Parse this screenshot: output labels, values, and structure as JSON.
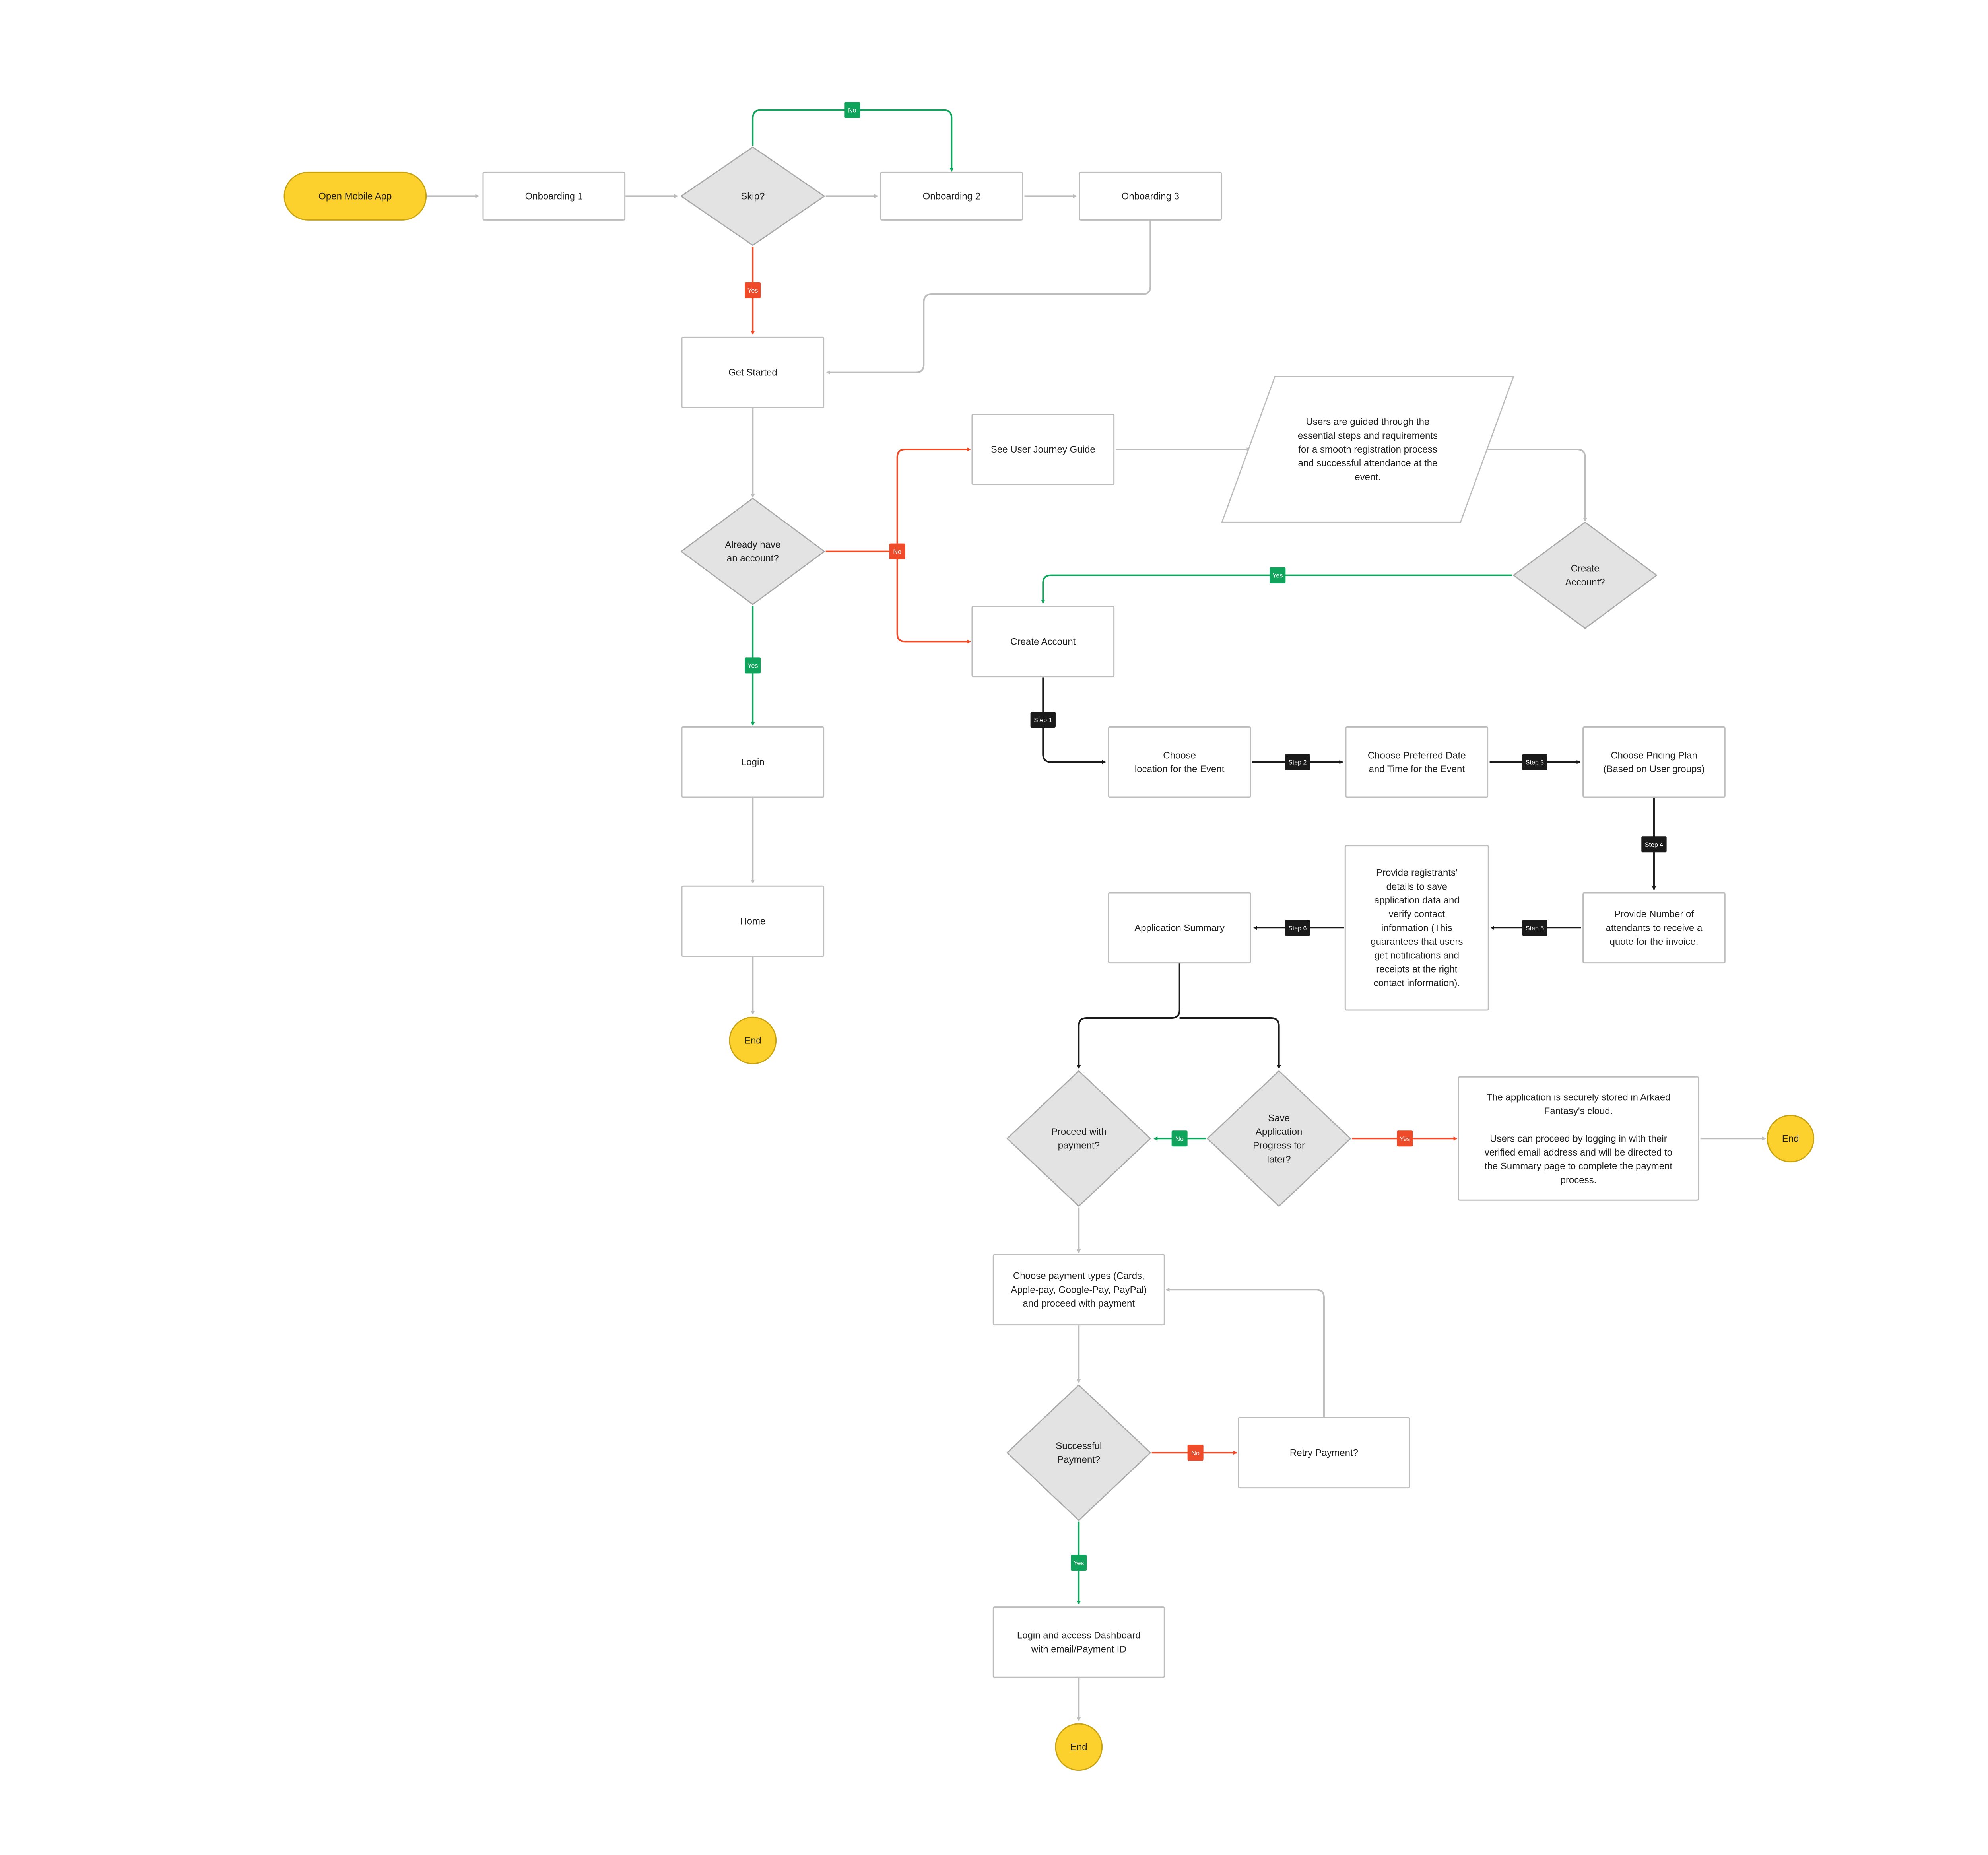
{
  "colors": {
    "start_fill": "#FCD12E",
    "start_stroke": "#C9A311",
    "box_fill": "#FFFFFF",
    "box_stroke": "#BDBDBD",
    "decision_fill": "#E3E3E3",
    "decision_stroke": "#A9A9A9",
    "edge_gray": "#BDBDBD",
    "edge_green": "#10A35B",
    "edge_red": "#EE4B2B",
    "edge_black": "#1A1A1A",
    "tag_green": "#10A35B",
    "tag_red": "#EE4B2B",
    "tag_black": "#1A1A1A",
    "text": "#1F1F1F"
  },
  "nodes": [
    {
      "id": "open-app",
      "type": "terminal",
      "lines": [
        "Open Mobile App"
      ]
    },
    {
      "id": "onboarding-1",
      "type": "process",
      "lines": [
        "Onboarding 1"
      ]
    },
    {
      "id": "skip",
      "type": "decision",
      "lines": [
        "Skip?"
      ]
    },
    {
      "id": "onboarding-2",
      "type": "process",
      "lines": [
        "Onboarding 2"
      ]
    },
    {
      "id": "onboarding-3",
      "type": "process",
      "lines": [
        "Onboarding 3"
      ]
    },
    {
      "id": "get-started",
      "type": "process",
      "lines": [
        "Get Started"
      ]
    },
    {
      "id": "already-account",
      "type": "decision",
      "lines": [
        "Already have",
        "an account?"
      ]
    },
    {
      "id": "user-journey-guide",
      "type": "process",
      "lines": [
        "See User Journey Guide"
      ]
    },
    {
      "id": "guide-note",
      "type": "data",
      "lines": [
        "Users are guided through the",
        "essential steps and requirements",
        "for a smooth registration process",
        "and successful attendance at the",
        "event."
      ]
    },
    {
      "id": "create-account-q",
      "type": "decision",
      "lines": [
        "Create",
        "Account?"
      ]
    },
    {
      "id": "create-account",
      "type": "process",
      "lines": [
        "Create Account"
      ]
    },
    {
      "id": "login",
      "type": "process",
      "lines": [
        "Login"
      ]
    },
    {
      "id": "home",
      "type": "process",
      "lines": [
        "Home"
      ]
    },
    {
      "id": "end-1",
      "type": "end",
      "lines": [
        "End"
      ]
    },
    {
      "id": "choose-location",
      "type": "process",
      "lines": [
        "Choose",
        "location for the Event"
      ]
    },
    {
      "id": "choose-date",
      "type": "process",
      "lines": [
        "Choose Preferred Date",
        "and Time for the Event"
      ]
    },
    {
      "id": "choose-pricing",
      "type": "process",
      "lines": [
        "Choose Pricing Plan",
        "(Based on User groups)"
      ]
    },
    {
      "id": "attendants",
      "type": "process",
      "lines": [
        "Provide Number of",
        "attendants to receive a",
        "quote for the invoice."
      ]
    },
    {
      "id": "registrant-details",
      "type": "process",
      "lines": [
        "Provide registrants'",
        "details to save",
        "application data and",
        "verify contact",
        "information (This",
        "guarantees that users",
        "get notifications and",
        "receipts at the right",
        "contact information)."
      ]
    },
    {
      "id": "app-summary",
      "type": "process",
      "lines": [
        "Application Summary"
      ]
    },
    {
      "id": "proceed-payment",
      "type": "decision",
      "lines": [
        "Proceed with",
        "payment?"
      ]
    },
    {
      "id": "save-progress",
      "type": "decision",
      "lines": [
        "Save",
        "Application",
        "Progress for",
        "later?"
      ]
    },
    {
      "id": "cloud-note",
      "type": "process",
      "lines": [
        "The application is securely stored in Arkaed",
        "Fantasy's cloud.",
        "",
        "Users can proceed by logging in with their",
        "verified email address and will be directed to",
        "the Summary page to complete the payment",
        "process."
      ]
    },
    {
      "id": "end-2",
      "type": "end",
      "lines": [
        "End"
      ]
    },
    {
      "id": "payment-types",
      "type": "process",
      "lines": [
        "Choose payment types (Cards,",
        "Apple-pay, Google-Pay, PayPal)",
        "and proceed with payment"
      ]
    },
    {
      "id": "successful-payment",
      "type": "decision",
      "lines": [
        "Successful",
        "Payment?"
      ]
    },
    {
      "id": "retry-payment",
      "type": "process",
      "lines": [
        "Retry Payment?"
      ]
    },
    {
      "id": "login-dashboard",
      "type": "process",
      "lines": [
        "Login and access Dashboard",
        "with email/Payment ID"
      ]
    },
    {
      "id": "end-3",
      "type": "end",
      "lines": [
        "End"
      ]
    }
  ],
  "edges": [
    {
      "id": "e1",
      "from": "open-app",
      "to": "onboarding-1",
      "color": "gray",
      "label": ""
    },
    {
      "id": "e2",
      "from": "onboarding-1",
      "to": "skip",
      "color": "gray",
      "label": ""
    },
    {
      "id": "e3",
      "from": "skip",
      "to": "onboarding-2",
      "color": "gray",
      "label": ""
    },
    {
      "id": "e4",
      "from": "skip",
      "to": "onboarding-2",
      "color": "green",
      "label": "No"
    },
    {
      "id": "e5",
      "from": "onboarding-2",
      "to": "onboarding-3",
      "color": "gray",
      "label": ""
    },
    {
      "id": "e6",
      "from": "skip",
      "to": "get-started",
      "color": "red",
      "label": "Yes"
    },
    {
      "id": "e7",
      "from": "onboarding-3",
      "to": "get-started",
      "color": "gray",
      "label": ""
    },
    {
      "id": "e8",
      "from": "get-started",
      "to": "already-account",
      "color": "gray",
      "label": ""
    },
    {
      "id": "e9",
      "from": "already-account",
      "to": "user-journey-guide",
      "color": "red",
      "label": "No"
    },
    {
      "id": "e10",
      "from": "already-account",
      "to": "create-account",
      "color": "red",
      "label": ""
    },
    {
      "id": "e11",
      "from": "user-journey-guide",
      "to": "guide-note",
      "color": "gray",
      "label": ""
    },
    {
      "id": "e12",
      "from": "guide-note",
      "to": "create-account-q",
      "color": "gray",
      "label": ""
    },
    {
      "id": "e13",
      "from": "create-account-q",
      "to": "create-account",
      "color": "green",
      "label": "Yes"
    },
    {
      "id": "e14",
      "from": "already-account",
      "to": "login",
      "color": "green",
      "label": "Yes"
    },
    {
      "id": "e15",
      "from": "login",
      "to": "home",
      "color": "gray",
      "label": ""
    },
    {
      "id": "e16",
      "from": "home",
      "to": "end-1",
      "color": "gray",
      "label": ""
    },
    {
      "id": "e17",
      "from": "create-account",
      "to": "choose-location",
      "color": "black",
      "label": "Step 1"
    },
    {
      "id": "e18",
      "from": "choose-location",
      "to": "choose-date",
      "color": "black",
      "label": "Step 2"
    },
    {
      "id": "e19",
      "from": "choose-date",
      "to": "choose-pricing",
      "color": "black",
      "label": "Step 3"
    },
    {
      "id": "e20",
      "from": "choose-pricing",
      "to": "attendants",
      "color": "black",
      "label": "Step 4"
    },
    {
      "id": "e21",
      "from": "attendants",
      "to": "registrant-details",
      "color": "black",
      "label": "Step 5"
    },
    {
      "id": "e22",
      "from": "registrant-details",
      "to": "app-summary",
      "color": "black",
      "label": "Step 6"
    },
    {
      "id": "e23",
      "from": "app-summary",
      "to": "proceed-payment",
      "color": "black",
      "label": ""
    },
    {
      "id": "e24",
      "from": "app-summary",
      "to": "save-progress",
      "color": "black",
      "label": ""
    },
    {
      "id": "e25",
      "from": "save-progress",
      "to": "proceed-payment",
      "color": "green",
      "label": "No"
    },
    {
      "id": "e26",
      "from": "save-progress",
      "to": "cloud-note",
      "color": "red",
      "label": "Yes"
    },
    {
      "id": "e27",
      "from": "cloud-note",
      "to": "end-2",
      "color": "gray",
      "label": ""
    },
    {
      "id": "e28",
      "from": "proceed-payment",
      "to": "payment-types",
      "color": "gray",
      "label": ""
    },
    {
      "id": "e29",
      "from": "payment-types",
      "to": "successful-payment",
      "color": "gray",
      "label": ""
    },
    {
      "id": "e30",
      "from": "successful-payment",
      "to": "retry-payment",
      "color": "red",
      "label": "No"
    },
    {
      "id": "e31",
      "from": "retry-payment",
      "to": "payment-types",
      "color": "gray",
      "label": ""
    },
    {
      "id": "e32",
      "from": "successful-payment",
      "to": "login-dashboard",
      "color": "green",
      "label": "Yes"
    },
    {
      "id": "e33",
      "from": "login-dashboard",
      "to": "end-3",
      "color": "gray",
      "label": ""
    }
  ]
}
